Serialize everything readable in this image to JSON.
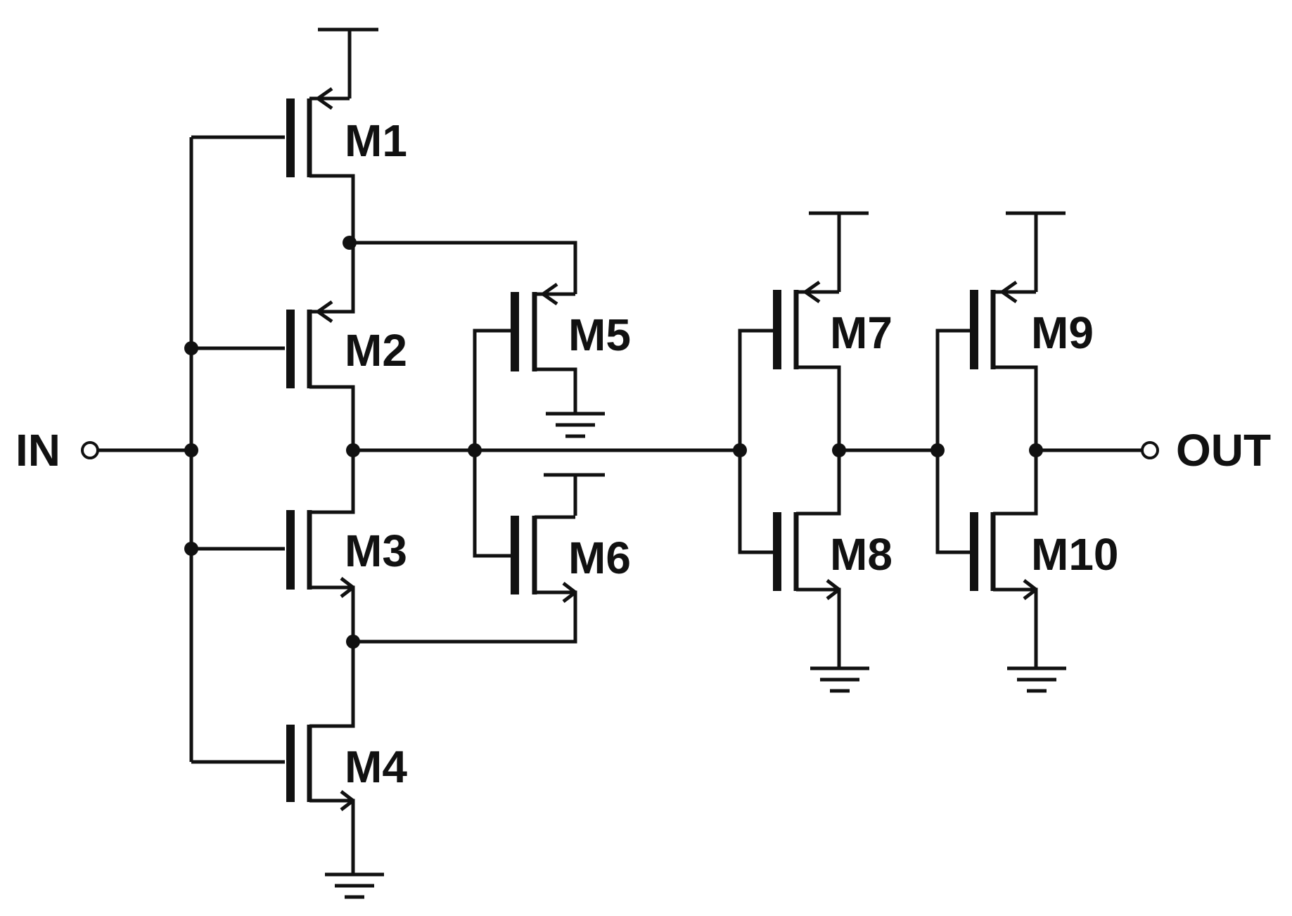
{
  "diagram": {
    "input_label": "IN",
    "output_label": "OUT",
    "transistors": [
      {
        "id": "M1",
        "label": "M1",
        "type": "pmos"
      },
      {
        "id": "M2",
        "label": "M2",
        "type": "pmos"
      },
      {
        "id": "M3",
        "label": "M3",
        "type": "nmos"
      },
      {
        "id": "M4",
        "label": "M4",
        "type": "nmos"
      },
      {
        "id": "M5",
        "label": "M5",
        "type": "pmos"
      },
      {
        "id": "M6",
        "label": "M6",
        "type": "nmos"
      },
      {
        "id": "M7",
        "label": "M7",
        "type": "pmos"
      },
      {
        "id": "M8",
        "label": "M8",
        "type": "nmos"
      },
      {
        "id": "M9",
        "label": "M9",
        "type": "pmos"
      },
      {
        "id": "M10",
        "label": "M10",
        "type": "nmos"
      }
    ]
  }
}
